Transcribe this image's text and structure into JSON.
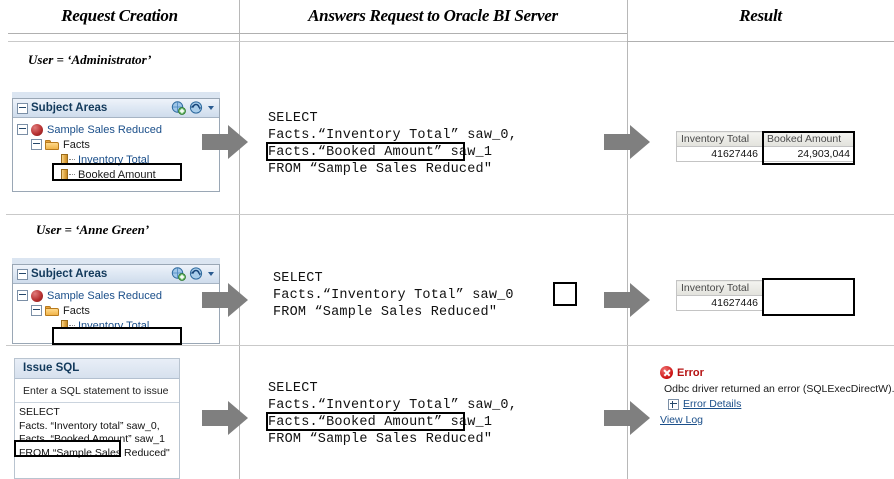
{
  "columns": {
    "request_creation": "Request Creation",
    "answers_request": "Answers Request to Oracle BI Server",
    "result": "Result"
  },
  "rows": [
    {
      "user_label": "User = ‘Administrator’",
      "panel": {
        "type": "subject-areas",
        "title": "Subject Areas",
        "tree": [
          {
            "label": "Sample Sales Reduced",
            "icon": "sphere-icon",
            "level": 0
          },
          {
            "label": "Facts",
            "icon": "folder-icon",
            "level": 1
          },
          {
            "label": "Inventory Total",
            "icon": "column-icon",
            "level": 2
          },
          {
            "label": "Booked Amount",
            "icon": "column-icon",
            "level": 2,
            "highlighted": true
          }
        ]
      },
      "sql": "SELECT\nFacts.“Inventory Total” saw_0,\nFacts.“Booked Amount” saw_1\nFROM “Sample Sales Reduced\"",
      "sql_highlight": "Facts.“Booked Amount”",
      "result": {
        "type": "table",
        "headers": [
          "Inventory Total",
          "Booked Amount"
        ],
        "values": [
          "41627446",
          "24,903,044"
        ],
        "highlight_column": 1
      }
    },
    {
      "user_label": "User = ‘Anne Green’",
      "panel": {
        "type": "subject-areas",
        "title": "Subject Areas",
        "tree": [
          {
            "label": "Sample Sales Reduced",
            "icon": "sphere-icon",
            "level": 0
          },
          {
            "label": "Facts",
            "icon": "folder-icon",
            "level": 1
          },
          {
            "label": "Inventory Total",
            "icon": "column-icon",
            "level": 2
          }
        ],
        "empty_highlight": true
      },
      "sql": "SELECT\nFacts.“Inventory Total” saw_0\nFROM “Sample Sales Reduced\"",
      "sql_empty_box": true,
      "result": {
        "type": "table",
        "headers": [
          "Inventory Total",
          ""
        ],
        "values": [
          "41627446",
          ""
        ],
        "highlight_column": 1,
        "second_column_empty": true
      }
    },
    {
      "panel": {
        "type": "issue-sql",
        "title": "Issue SQL",
        "instruction": "Enter a SQL statement to issue ",
        "sql_text": "SELECT\nFacts. “Inventory total” saw_0,\nFacts. “Booked Amount” saw_1\nFROM “Sample Sales Reduced\"",
        "highlight_line": "Facts. “Booked Amount”"
      },
      "sql": "SELECT\nFacts.“Inventory Total” saw_0,\nFacts.“Booked Amount” saw_1\nFROM “Sample Sales Reduced\"",
      "sql_highlight": "Facts.“Booked Amount”",
      "result": {
        "type": "error",
        "title": "Error",
        "message": "Odbc driver returned an error (SQLExecDirectW).",
        "details_link": "Error Details",
        "view_log_link": "View Log"
      }
    }
  ],
  "colors": {
    "arrow": "#7f7f7f",
    "panel_header_text": "#12395b",
    "link": "#1b4f8a",
    "error": "#b51111",
    "grid_line": "#c9c9c9"
  }
}
